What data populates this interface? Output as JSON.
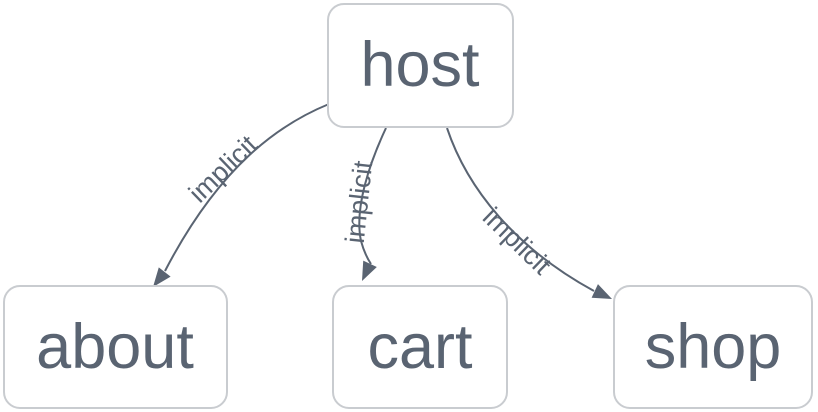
{
  "diagram": {
    "type": "directed-graph",
    "nodes": [
      {
        "id": "host",
        "label": "host"
      },
      {
        "id": "about",
        "label": "about"
      },
      {
        "id": "cart",
        "label": "cart"
      },
      {
        "id": "shop",
        "label": "shop"
      }
    ],
    "edges": [
      {
        "from": "host",
        "to": "about",
        "label": "implicit"
      },
      {
        "from": "host",
        "to": "cart",
        "label": "implicit"
      },
      {
        "from": "host",
        "to": "shop",
        "label": "implicit"
      }
    ],
    "colors": {
      "background": "#ffffff",
      "node_fill": "#ffffff",
      "node_border": "#c9ccd0",
      "node_text": "#5a6472",
      "edge_stroke": "#5a6472",
      "edge_label_text": "#5a6472"
    }
  }
}
